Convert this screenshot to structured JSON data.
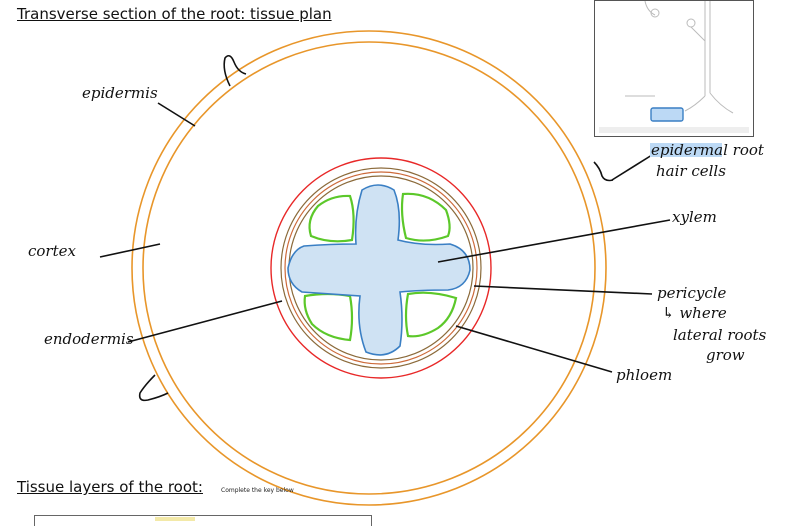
{
  "header": {
    "title": "Transverse section of the root: tissue plan"
  },
  "labels": {
    "epidermis": "epidermis",
    "cortex": "cortex",
    "endodermis": "endodermis",
    "xylem": "xylem",
    "root_hair_line1": "epidermal root",
    "root_hair_line2": "hair cells",
    "pericycle_line1": "pericycle",
    "pericycle_line2": "↳ where",
    "pericycle_line3": "lateral roots",
    "pericycle_line4": "grow",
    "phloem": "phloem"
  },
  "section2": {
    "title": "Tissue layers of the root:",
    "note": "Complete the key below"
  },
  "colors": {
    "epidermis": "#e8962a",
    "endodermis": "#e82828",
    "pericycle": "#8b6a3a",
    "phloem": "#5cc82a",
    "xylem_fill": "#cfe2f3",
    "xylem_stroke": "#3a7fc4",
    "highlight": "#bcd9f5"
  }
}
